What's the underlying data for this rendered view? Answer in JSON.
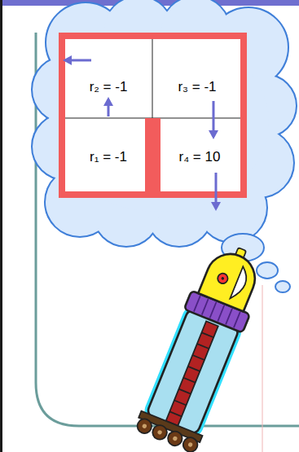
{
  "diagram": {
    "nodes": [
      {
        "text": [
          "r₂ = -1"
        ]
      },
      {
        "text": [
          "r₃ = -1"
        ]
      },
      {
        "text": [
          "r₁ = -1"
        ]
      },
      {
        "text": [
          "r₄ = 10"
        ]
      }
    ]
  }
}
